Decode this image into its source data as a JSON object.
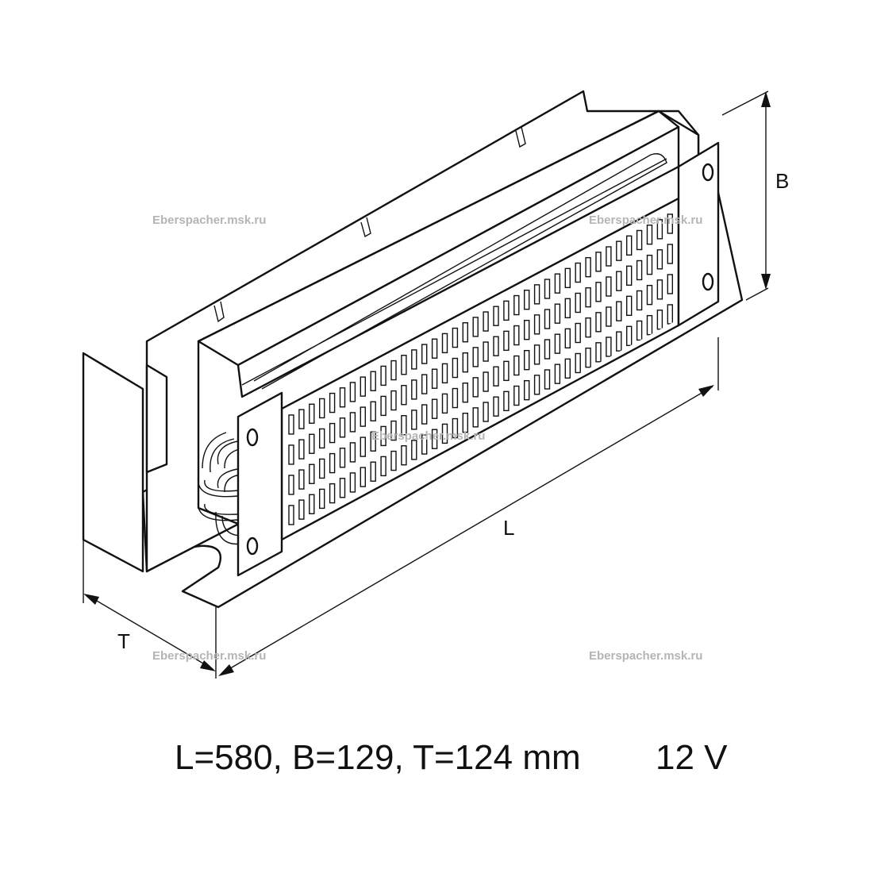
{
  "watermark": "Eberspacher.msk.ru",
  "dimension_labels": {
    "length": "L",
    "height": "B",
    "depth": "T"
  },
  "caption": {
    "dimensions": "L=580, B=129, T=124 mm",
    "voltage": "12 V"
  }
}
